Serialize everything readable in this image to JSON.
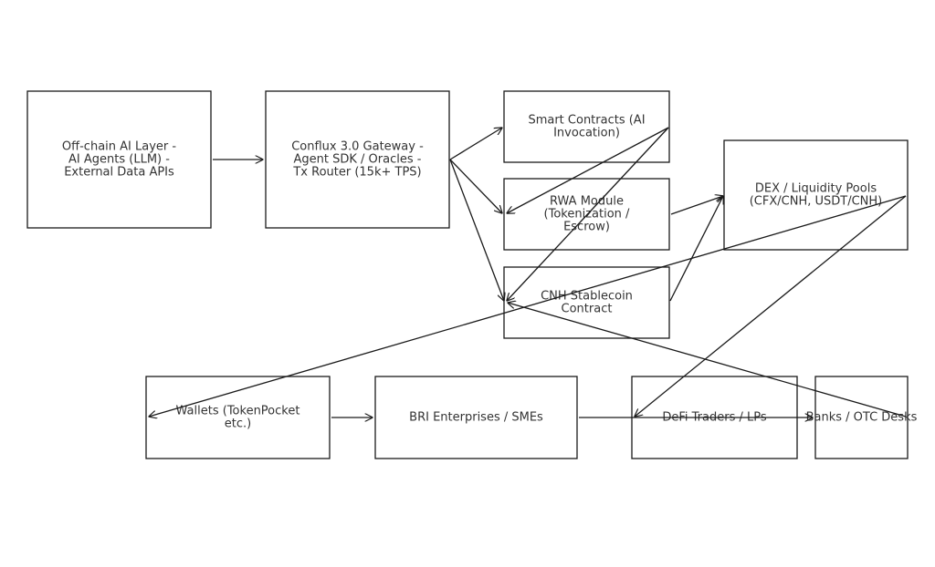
{
  "colors": {
    "stroke": "#1a1a1a",
    "text": "#333333",
    "background": "#ffffff"
  },
  "nodes": [
    {
      "id": "offchain_ai",
      "lines": [
        "Off-chain AI Layer -",
        "AI Agents (LLM) -",
        "External Data APIs"
      ]
    },
    {
      "id": "gateway",
      "lines": [
        "Conflux 3.0 Gateway -",
        "Agent SDK / Oracles -",
        "Tx Router (15k+ TPS)"
      ]
    },
    {
      "id": "smart_contracts",
      "lines": [
        "Smart Contracts (AI",
        "Invocation)"
      ]
    },
    {
      "id": "rwa",
      "lines": [
        "RWA Module",
        "(Tokenization /",
        "Escrow)"
      ]
    },
    {
      "id": "cnh",
      "lines": [
        "CNH Stablecoin",
        "Contract"
      ]
    },
    {
      "id": "dex",
      "lines": [
        "DEX / Liquidity Pools",
        "(CFX/CNH, USDT/CNH)"
      ]
    },
    {
      "id": "wallets",
      "lines": [
        "Wallets (TokenPocket",
        "etc.)"
      ]
    },
    {
      "id": "bri",
      "lines": [
        "BRI Enterprises / SMEs"
      ]
    },
    {
      "id": "defi",
      "lines": [
        "DeFi Traders / LPs"
      ]
    },
    {
      "id": "banks",
      "lines": [
        "Banks / OTC Desks"
      ]
    }
  ],
  "edges": [
    {
      "from": "offchain_ai",
      "to": "gateway"
    },
    {
      "from": "gateway",
      "to": "smart_contracts"
    },
    {
      "from": "gateway",
      "to": "rwa"
    },
    {
      "from": "gateway",
      "to": "cnh"
    },
    {
      "from": "smart_contracts",
      "to": "rwa"
    },
    {
      "from": "smart_contracts",
      "to": "cnh"
    },
    {
      "from": "rwa",
      "to": "dex"
    },
    {
      "from": "cnh",
      "to": "dex"
    },
    {
      "from": "dex",
      "to": "wallets"
    },
    {
      "from": "dex",
      "to": "defi"
    },
    {
      "from": "wallets",
      "to": "bri"
    },
    {
      "from": "bri",
      "to": "banks"
    },
    {
      "from": "banks",
      "to": "cnh"
    }
  ]
}
